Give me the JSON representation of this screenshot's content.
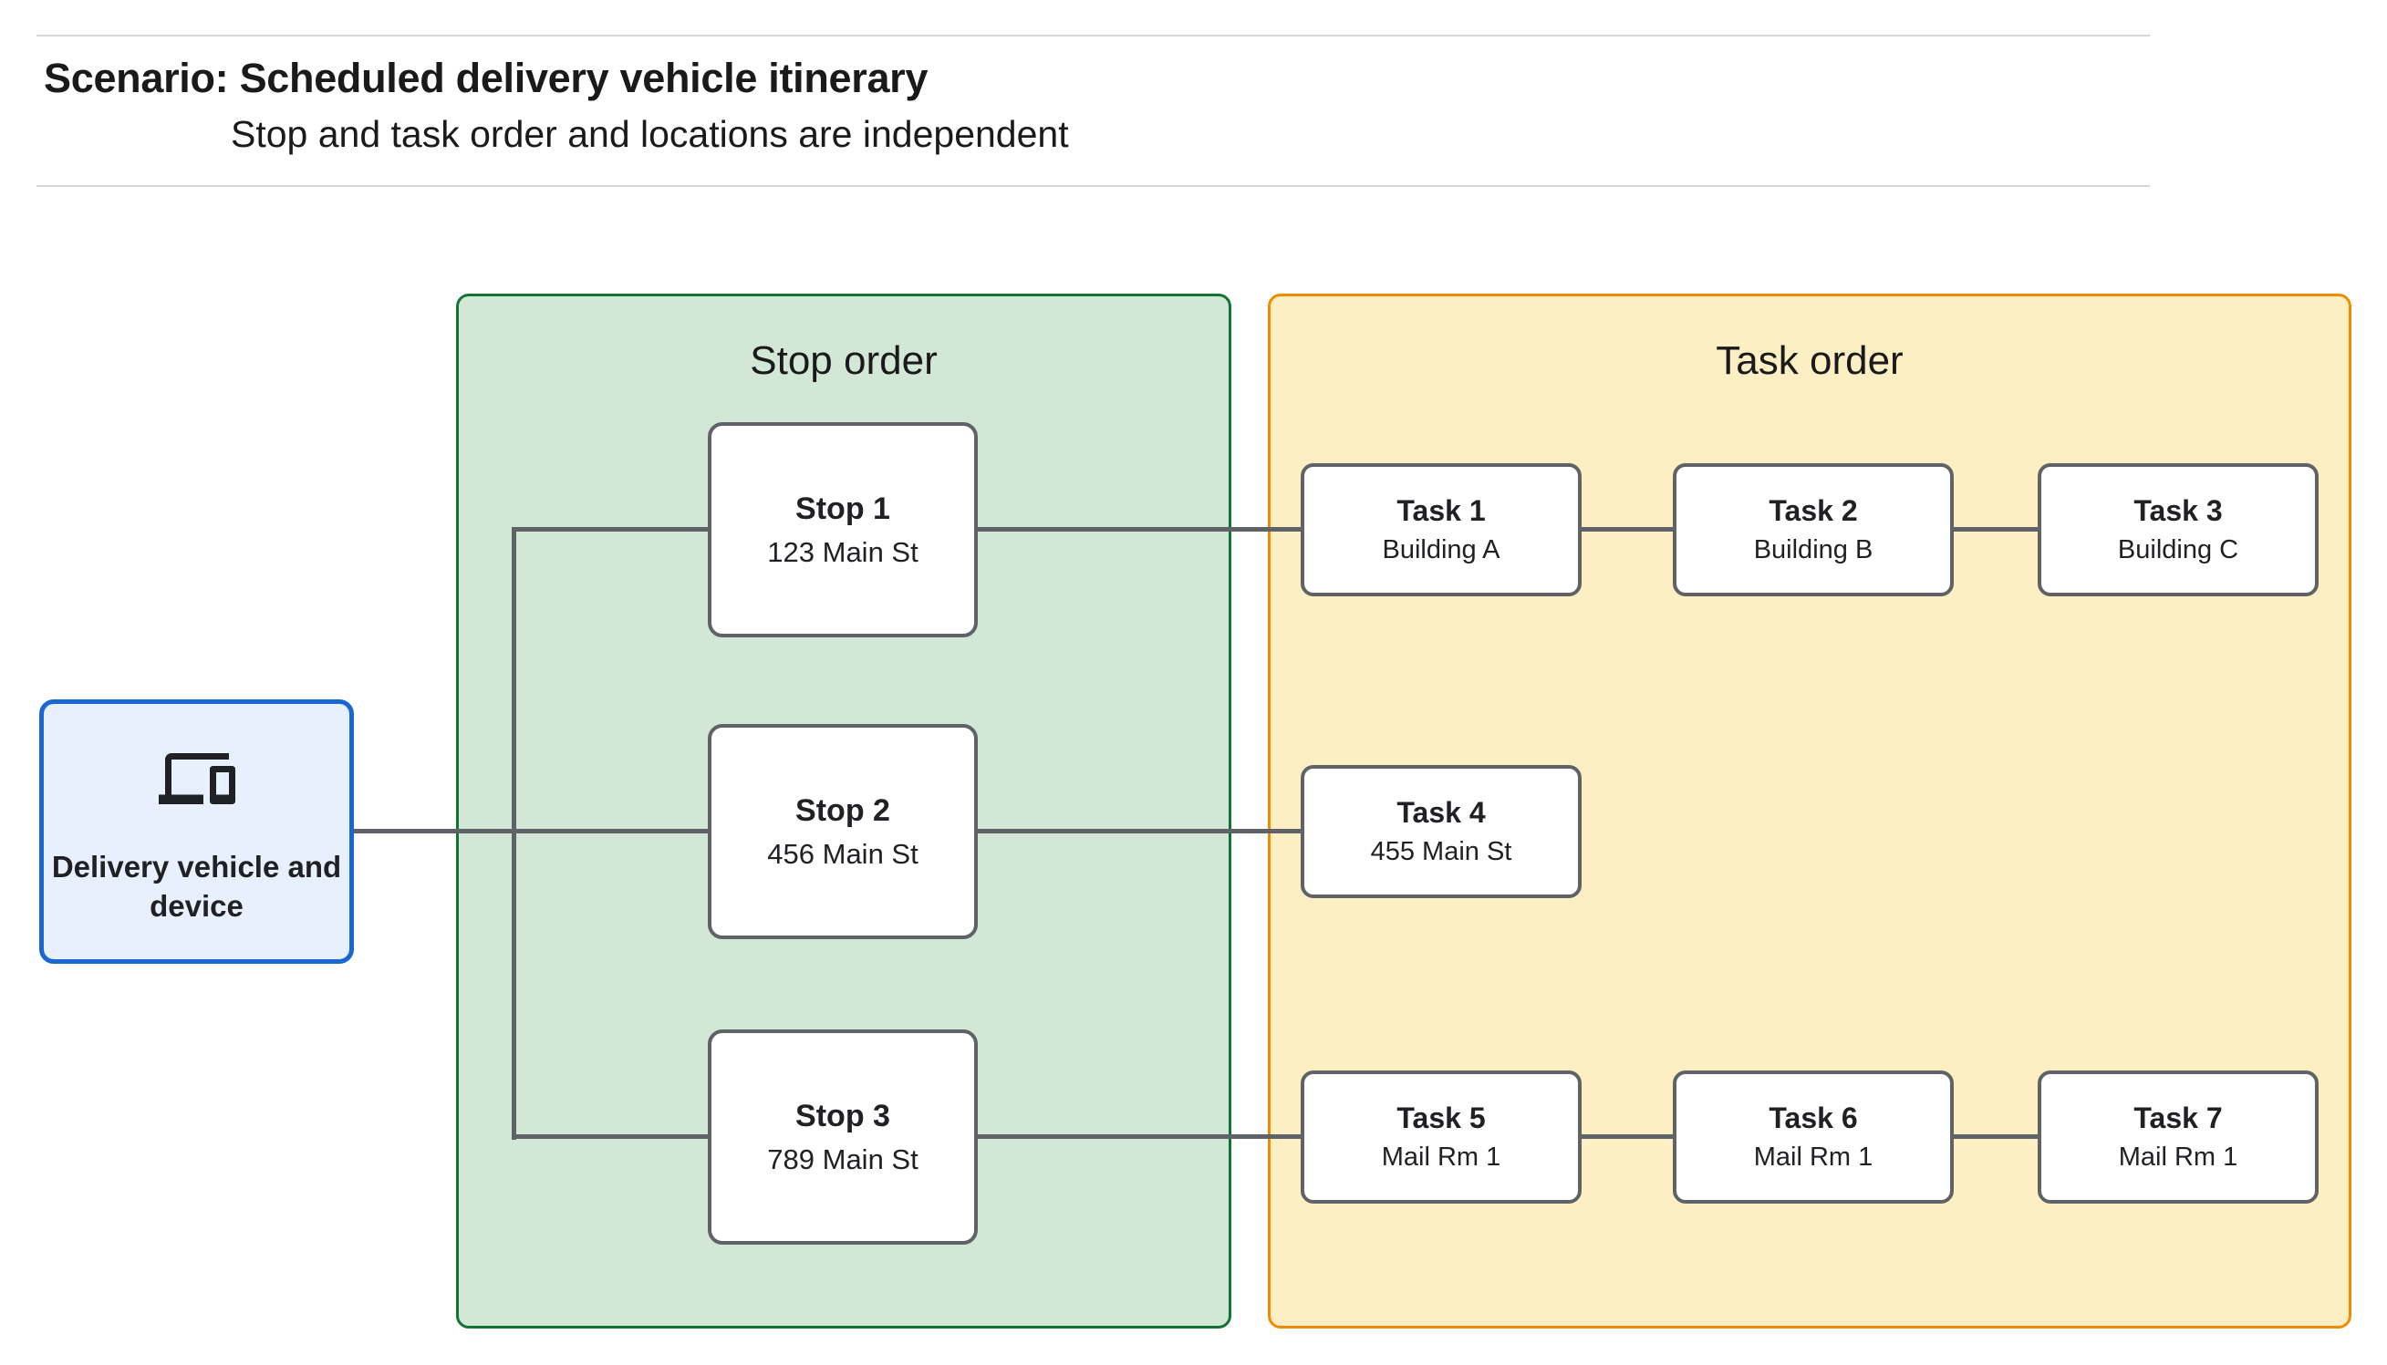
{
  "header": {
    "title": "Scenario: Scheduled delivery vehicle itinerary",
    "subtitle": "Stop and task order and locations are independent"
  },
  "vehicle": {
    "label": "Delivery vehicle and device",
    "icon": "devices-icon"
  },
  "panels": {
    "stop_order": {
      "title": "Stop order"
    },
    "task_order": {
      "title": "Task order"
    }
  },
  "stops": [
    {
      "name": "Stop 1",
      "location": "123 Main St"
    },
    {
      "name": "Stop 2",
      "location": "456 Main St"
    },
    {
      "name": "Stop 3",
      "location": "789 Main St"
    }
  ],
  "tasks": [
    {
      "name": "Task 1",
      "location": "Building A"
    },
    {
      "name": "Task 2",
      "location": "Building B"
    },
    {
      "name": "Task 3",
      "location": "Building C"
    },
    {
      "name": "Task 4",
      "location": "455 Main St"
    },
    {
      "name": "Task 5",
      "location": "Mail Rm 1"
    },
    {
      "name": "Task 6",
      "location": "Mail Rm 1"
    },
    {
      "name": "Task 7",
      "location": "Mail Rm 1"
    }
  ],
  "colors": {
    "text": "#202124",
    "vehicle_fill": "#e8f0fe",
    "vehicle_border": "#1967d2",
    "stop_panel_fill": "#d2e7d6",
    "stop_panel_border": "#137333",
    "task_panel_fill": "#fdefc4",
    "task_panel_border": "#ef8b00",
    "node_border": "#5f6368",
    "connector": "#5f6368"
  }
}
